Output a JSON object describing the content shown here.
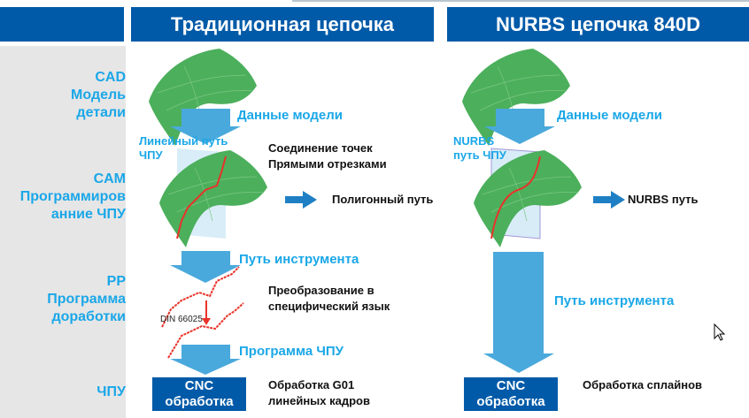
{
  "header": {
    "traditional": "Традиционная цепочка",
    "nurbs": "NURBS цепочка 840D"
  },
  "stages": {
    "cad": [
      "CAD",
      "Модель",
      "детали"
    ],
    "cam": [
      "CAM",
      "Программиров",
      "анние ЧПУ"
    ],
    "pp": [
      "PP",
      "Программа",
      "доработки"
    ],
    "cnc": [
      "ЧПУ"
    ]
  },
  "traditional": {
    "model_data": "Данные модели",
    "linear_path": [
      "Линейный путь",
      "ЧПУ"
    ],
    "points_note": [
      "Соединение точек",
      "Прямыми  отрезками"
    ],
    "polygon_path": "Полигонный путь",
    "tool_path": "Путь инструмента",
    "conversion": [
      "Преобразование в",
      "специфический язык"
    ],
    "din": "DIN 66025",
    "nc_program": "Программа ЧПУ",
    "cnc_box": [
      "CNC",
      "обработка"
    ],
    "cnc_note": [
      "Обработка G01",
      "линейных кадров"
    ]
  },
  "nurbs": {
    "model_data": "Данные модели",
    "nurbs_path_label": [
      "NURBS",
      "путь ЧПУ"
    ],
    "nurbs_path": "NURBS путь",
    "tool_path": "Путь инструмента",
    "cnc_box": [
      "CNC",
      "обработка"
    ],
    "cnc_note": "Обработка сплайнов"
  },
  "colors": {
    "header": "#005aa8",
    "accent": "#1aa7e8",
    "arrow": "#4aa9dc",
    "surface": "#4caf5c",
    "path": "#e8332a"
  }
}
